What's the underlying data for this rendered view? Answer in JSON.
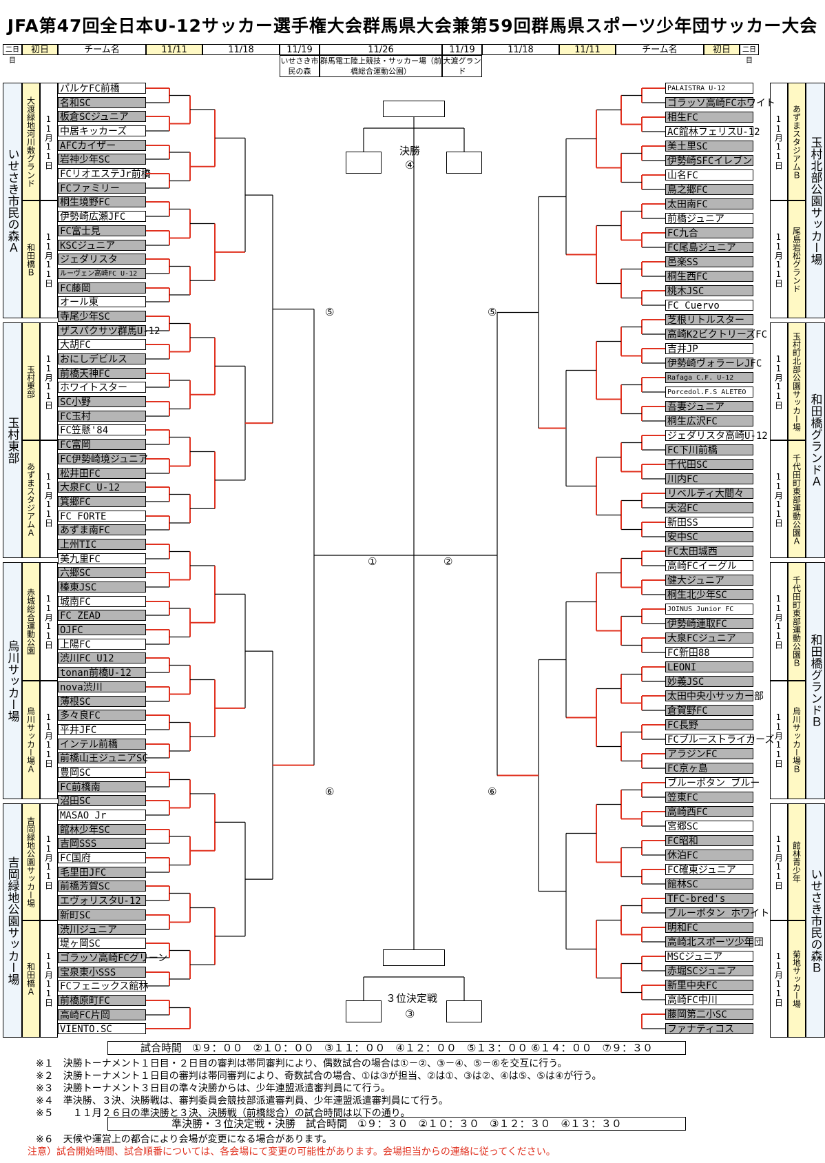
{
  "title": "JFA第47回全日本U-12サッカー選手権大会群馬県大会兼第59回群馬県スポーツ少年団サッカー大会",
  "header": {
    "left": [
      "二日目",
      "初日",
      "チーム名",
      "11/11",
      "11/18",
      "11/19",
      "11/26",
      "11/19",
      "11/18",
      "11/11",
      "チーム名",
      "初日",
      "二日目"
    ],
    "sub": [
      "いせさき市民の森",
      "群馬電工陸上競技・サッカー場（前橋総合運動公園）",
      "大渡グランド"
    ]
  },
  "final": {
    "label": "決勝",
    "match": "④"
  },
  "third": {
    "label": "３位決定戦",
    "match": "③"
  },
  "left_teams": [
    "パルケFC前橋",
    "名和SC",
    "板倉SCジュニア",
    "中居キッカーズ",
    "AFCカイザー",
    "岩神少年SC",
    "FCリオエステJr前橋",
    "FCファミリー",
    "桐生境野FC",
    "伊勢崎広瀬JFC",
    "FC富士見",
    "KSCジュニア",
    "ジェダリスタ",
    "ルーヴェン高崎FC U-12",
    "FC藤岡",
    "オール東",
    "寺尾少年SC",
    "ザスパクサツ群馬U-12",
    "大胡FC",
    "おにしデビルス",
    "前橋天神FC",
    "ホワイトスター",
    "SC小野",
    "FC玉村",
    "FC笠懸'84",
    "FC富岡",
    "FC伊勢崎境ジュニア",
    "松井田FC",
    "大泉FC U-12",
    "箕郷FC",
    "FC FORTE",
    "あずま南FC",
    "上州TIC",
    "美九里FC",
    "六郷SC",
    "榛東JSC",
    "城南FC",
    "FC ZEAD",
    "OJFC",
    "上陽FC",
    "渋川FC U12",
    "tonan前橋U-12",
    "nova渋川",
    "薄根SC",
    "多々良FC",
    "平井JFC",
    "インテル前橋",
    "前橋山王ジュニアSC",
    "豊岡SC",
    "FC前橋南",
    "沼田SC",
    "MASAO Jr",
    "館林少年SC",
    "吉岡SSS",
    "FC国府",
    "毛里田JFC",
    "前橋芳賀SC",
    "エヴォリスタU-12",
    "新町SC",
    "渋川ジュニア",
    "堤ヶ岡SC",
    "ゴラッソ高崎FCグリーン",
    "宝泉東小SSS",
    "FCフェニックス館林",
    "前橋原町FC",
    "高崎FC片岡",
    "VIENTO.SC"
  ],
  "right_teams": [
    "PALAISTRA U-12",
    "ゴラッソ高崎FCホワイト",
    "相生FC",
    "AC館林フェリスU-12",
    "美土里SC",
    "伊勢崎SFCイレブン",
    "山名FC",
    "鳥之郷FC",
    "太田南FC",
    "前橋ジュニア",
    "FC九合",
    "FC尾島ジュニア",
    "邑楽SS",
    "桐生西FC",
    "桃木JSC",
    "FC Cuervo",
    "芝根リトルスター",
    "高崎K2ビクトリーズFC",
    "吉井JP",
    "伊勢崎ヴォラーレJFC",
    "Rafaga C.F. U-12",
    "Porcedol.F.S ALETEO",
    "吾妻ジュニア",
    "桐生広沢FC",
    "ジェダリスタ高崎U-12",
    "FC下川前橋",
    "千代田SC",
    "川内FC",
    "リベルティ大間々",
    "天沼FC",
    "新田SS",
    "安中SC",
    "FC太田城西",
    "高崎FCイーグル",
    "健大ジュニア",
    "桐生北少年SC",
    "JOINUS Junior FC",
    "伊勢崎連取FC",
    "大泉FCジュニア",
    "FC新田88",
    "LEONI",
    "妙義JSC",
    "太田中央小サッカー部",
    "倉賀野FC",
    "FC長野",
    "FCブルーストライカーズ",
    "アラジンFC",
    "FC京ヶ島",
    "ブルーボタン ブルー",
    "笠東FC",
    "高崎西FC",
    "宮郷SC",
    "FC昭和",
    "休泊FC",
    "FC確東ジュニア",
    "館林SC",
    "TFC-bred's",
    "ブルーボタン ホワイト",
    "明和FC",
    "高崎北スポーツ少年団",
    "MSCジュニア",
    "赤堀SCジュニア",
    "新里中央FC",
    "高崎FC中川",
    "藤岡第二小SC",
    "ファナティコス"
  ],
  "venues": {
    "left_outer": [
      "いせさき市民の森Ａ",
      "玉村東部",
      "烏川サッカー場",
      "吉岡緑地公園サッカー場"
    ],
    "left_inner": [
      "大渡緑地河川敷グランド",
      "和田橋Ｂ",
      "玉村東部",
      "あずまスタジアムＡ",
      "赤城総合運動公園",
      "烏川サッカー場Ａ",
      "吉岡緑地公園サッカー場",
      "和田橋Ａ"
    ],
    "right_outer": [
      "玉村北部公園サッカー場",
      "和田橋グランドＡ",
      "和田橋グランドＢ",
      "いせさき市民の森Ｂ"
    ],
    "right_inner": [
      "あずまスタジアムＢ",
      "尾島岩松グランド",
      "玉村町北部公園サッカー場",
      "千代田町東部運動公園Ａ",
      "千代田町東部運動公園Ｂ",
      "烏川サッカー場Ｂ",
      "館林青少年",
      "菊地サッカー場"
    ],
    "date": "11月11日"
  },
  "times": {
    "line1": "試合時間　①９：００　②１０：００　③１１：００　④１２：００　⑤１３：００ ⑥１４：００　⑦９：３０",
    "line2": "準決勝・３位決定戦・決勝　試合時間　①９：３０　②１０：３０　③１２：３０　④１３：３０"
  },
  "notes": [
    "※１　決勝トーナメント１日目・２日目の審判は帯同審判により、偶数試合の場合は①－②、③－④、⑤－⑥を交互に行う。",
    "※２　決勝トーナメント１日目の審判は帯同審判により、奇数試合の場合、①は③が担当、②は①、③は②、④は⑤、⑤は④が行う。",
    "※３　決勝トーナメント３日目の準々決勝からは、少年連盟派遣審判員にて行う。",
    "※４　準決勝、３決、決勝戦は、審判委員会競技部派遣審判員、少年連盟派遣審判員にて行う。",
    "※５　　１１月２６日の準決勝と３決、決勝戦（前橋総合）の試合時間は以下の通り。",
    "※６　天候や運営上の都合により会場が変更になる場合があります。",
    "注意）試合開始時間、試合順番については、各会場にて変更の可能性があります。会場担当からの連絡に従ってください。"
  ],
  "semis": {
    "left_top": "⑤",
    "left_bottom": "⑥",
    "right_top": "⑤",
    "right_bottom": "⑥",
    "c1": "①",
    "c2": "②"
  }
}
